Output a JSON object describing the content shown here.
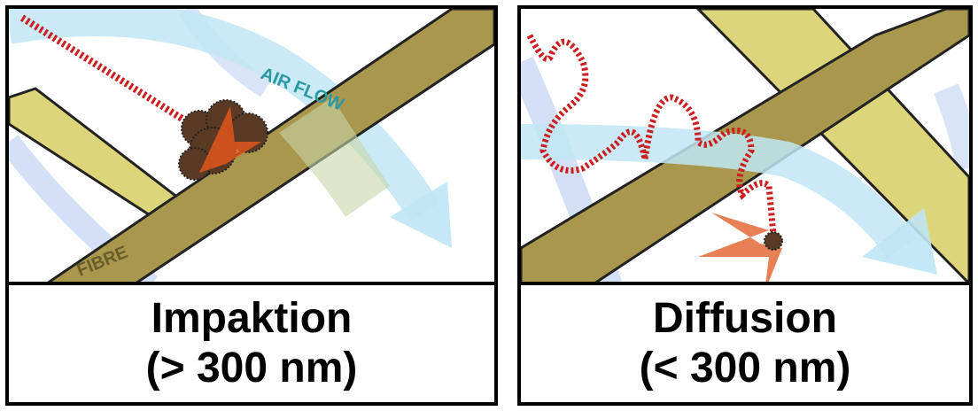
{
  "panels": {
    "impaction": {
      "title": "Impaktion",
      "subtitle": "(> 300 nm)",
      "airflow_label": "AIR FLOW",
      "fibre_label": "FIBRE"
    },
    "diffusion": {
      "title": "Diffusion",
      "subtitle": "(< 300 nm)"
    }
  },
  "colors": {
    "fibre_light": "#ddd57a",
    "fibre_dark": "#a8974c",
    "airflow": "#bfe6f5",
    "airflow_text": "#2a9aa0",
    "fibre_text": "#6b5e2a",
    "particle_path": "#cc1f1f",
    "particle": "#5a3a24",
    "impact_splash": "#e0561c"
  }
}
